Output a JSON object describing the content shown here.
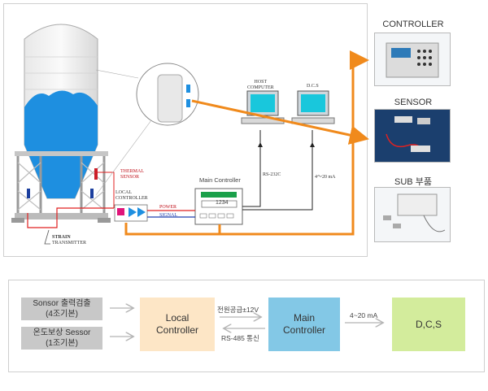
{
  "top": {
    "thermal_sensor": "THERMAL\nSENSOR",
    "local_controller": "LOCAL\nCONTROLLER",
    "power": "POWER",
    "signal": "SIGNAL",
    "strain": "STRAIN",
    "transmitter": "TRANSMITTER",
    "main_controller_title": "Main Controller",
    "main_controller_display": "1234",
    "host_computer": "HOST\nCOMPUTER",
    "dcs": "D.C.S",
    "rs232": "RS-232C",
    "ma": "4～20 mA"
  },
  "side": {
    "controller_title": "CONTROLLER",
    "sensor_title": "SENSOR",
    "sub_title": "SUB 부품"
  },
  "bottom": {
    "sensor_box": "Sonsor 출력검출\n(4조기본)",
    "temp_box": "온도보상 Sessor\n(1조기본)",
    "local": "Local\nController",
    "main": "Main\nController",
    "dcs": "D,C,S",
    "power_label": "전원공급±12V",
    "rs485_label": "RS-485 통신",
    "ma_label": "4~20 mA"
  },
  "colors": {
    "orange": "#f08a1c",
    "silo_blue": "#1e8fe0",
    "local_fill": "#fde6c6",
    "main_fill": "#83c8e6",
    "dcs_fill": "#d3ec9c",
    "gray_fill": "#c8c8c8"
  }
}
